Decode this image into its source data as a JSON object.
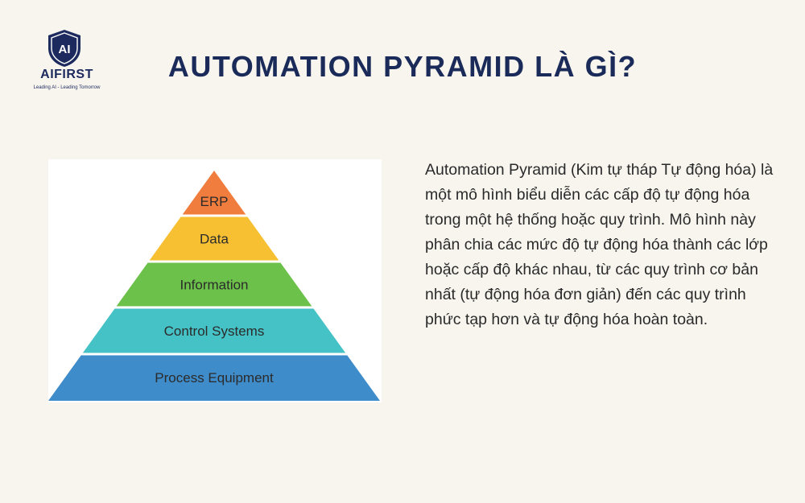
{
  "logo": {
    "mark": "AI",
    "name": "AIFIRST",
    "tagline": "Leading AI - Leading Tomorrow",
    "color": "#1d2a5e"
  },
  "title": "AUTOMATION PYRAMID LÀ GÌ?",
  "pyramid": {
    "levels": [
      {
        "label": "ERP",
        "color": "#f07c3e"
      },
      {
        "label": "Data",
        "color": "#f7c033"
      },
      {
        "label": "Information",
        "color": "#6cc14a"
      },
      {
        "label": "Control Systems",
        "color": "#45c2c6"
      },
      {
        "label": "Process Equipment",
        "color": "#3f8ccb"
      }
    ]
  },
  "description": "Automation Pyramid (Kim tự tháp Tự động hóa) là một mô hình biểu diễn các cấp độ tự động hóa trong một hệ thống hoặc quy trình. Mô hình này phân chia các mức độ tự động hóa thành các lớp hoặc cấp độ khác nhau, từ các quy trình cơ bản nhất (tự động hóa đơn giản) đến các quy trình phức tạp hơn và tự động hóa hoàn toàn."
}
